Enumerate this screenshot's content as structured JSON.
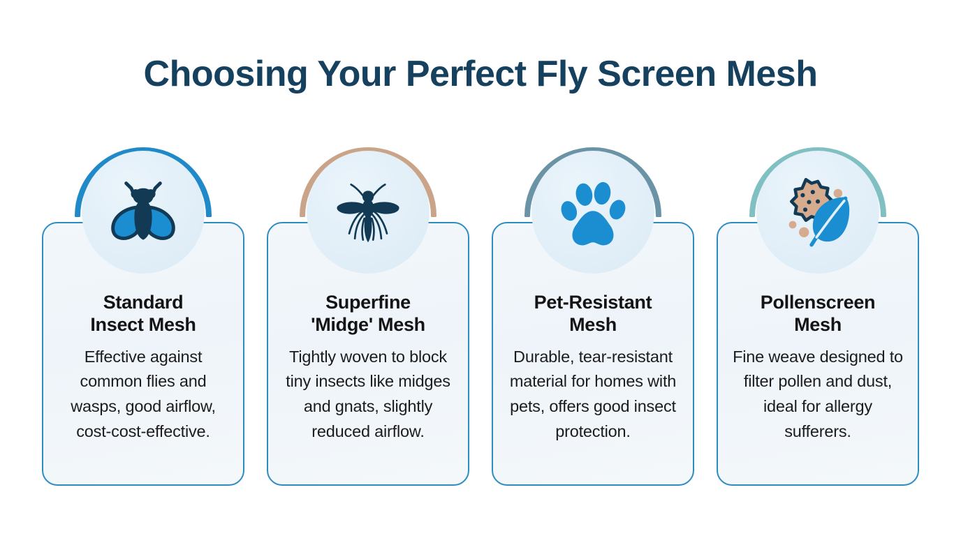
{
  "header": {
    "title": "Choosing Your Perfect Fly Screen Mesh",
    "title_color": "#15415f"
  },
  "theme": {
    "page_background": "#ffffff",
    "card_border": "#2e8dc0",
    "card_background": "#f1f6fb",
    "circle_background": "#e4f0f8",
    "accent_blue": "#1b8ed2",
    "dark_navy": "#123a55",
    "tan": "#d7ab8d",
    "title_text": "#141414",
    "body_text": "#1c1c1c"
  },
  "cards": [
    {
      "id": "standard-insect-mesh",
      "title": "Standard\nInsect Mesh",
      "title_line1": "Standard",
      "title_line2": "Insect Mesh",
      "description": "Effective against common flies and wasps, good airflow, cost-cost-effective.",
      "icon": "fly-icon",
      "arc_color": "#2089c8",
      "icon_primary_color": "#1b8ed2",
      "icon_secondary_color": "#123a55"
    },
    {
      "id": "superfine-midge-mesh",
      "title": "Superfine\n'Midge' Mesh",
      "title_line1": "Superfine",
      "title_line2": "'Midge' Mesh",
      "description": "Tightly woven to block tiny insects like midges and gnats, slightly reduced airflow.",
      "icon": "mosquito-icon",
      "arc_color": "#c9a489",
      "icon_primary_color": "#123a55",
      "icon_secondary_color": "#123a55"
    },
    {
      "id": "pet-resistant-mesh",
      "title": "Pet-Resistant\nMesh",
      "title_line1": "Pet-Resistant",
      "title_line2": "Mesh",
      "description": "Durable, tear-resistant material for homes with pets, offers good insect protection.",
      "icon": "paw-print-icon",
      "arc_color": "#6b93a6",
      "icon_primary_color": "#1b8ed2",
      "icon_secondary_color": "#1b8ed2"
    },
    {
      "id": "pollenscreen-mesh",
      "title": "Pollenscreen\nMesh",
      "title_line1": "Pollenscreen",
      "title_line2": "Mesh",
      "description": "Fine weave designed to filter pollen and dust, ideal for allergy sufferers.",
      "icon": "pollen-leaf-icon",
      "arc_color": "#80c0c2",
      "icon_primary_color": "#1b8ed2",
      "icon_secondary_color": "#d7ab8d"
    }
  ]
}
